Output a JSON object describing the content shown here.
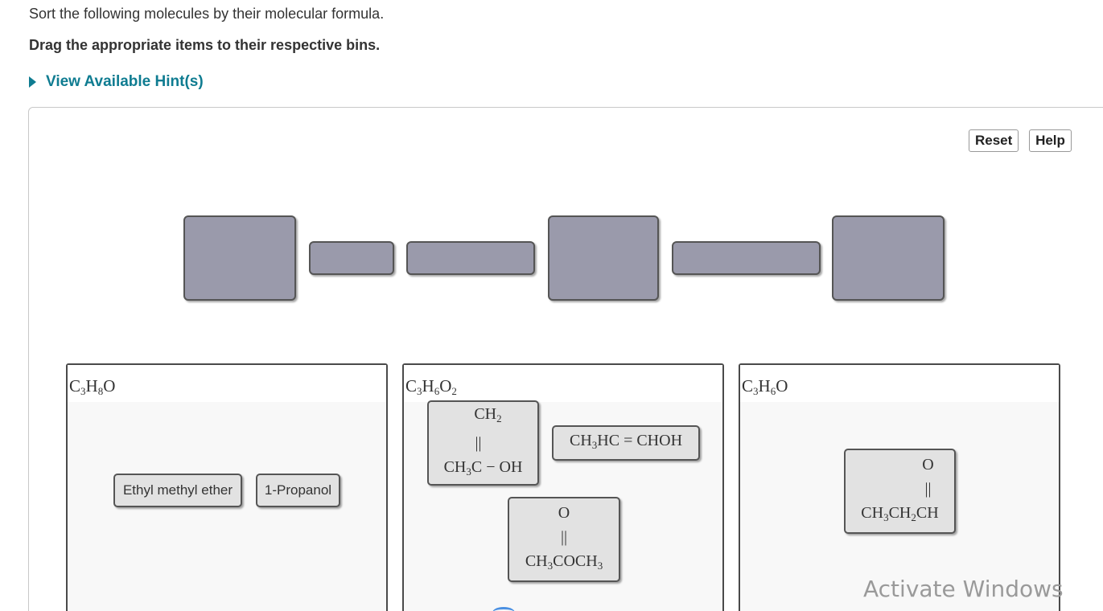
{
  "instructions": {
    "sort_text": "Sort the following molecules by their molecular formula.",
    "drag_text": "Drag the appropriate items to their respective bins.",
    "hint_link": "View Available Hint(s)",
    "hint_icon": "triangle-right-icon"
  },
  "buttons": {
    "reset": "Reset",
    "help": "Help"
  },
  "bins": [
    {
      "label_parts": [
        "C",
        "3",
        "H",
        "8",
        "O"
      ],
      "items": [
        {
          "type": "text",
          "label": "Ethyl methyl ether"
        },
        {
          "type": "text",
          "label": "1-Propanol"
        }
      ]
    },
    {
      "label_parts": [
        "C",
        "3",
        "H",
        "6",
        "O",
        "2"
      ],
      "items": [
        {
          "type": "structure",
          "lines": [
            "CH2",
            "||",
            "CH3C − OH"
          ]
        },
        {
          "type": "formula",
          "label": "CH3HC = CHOH"
        },
        {
          "type": "structure",
          "lines": [
            "O",
            "||",
            "CH3COCH3"
          ]
        }
      ]
    },
    {
      "label_parts": [
        "C",
        "3",
        "H",
        "6",
        "O"
      ],
      "items": [
        {
          "type": "structure",
          "lines": [
            "O",
            "||",
            "CH3CH2CH"
          ]
        }
      ]
    }
  ],
  "target_slots_count": 6,
  "watermark": "Activate Windows",
  "colors": {
    "hint_link": "#0f7c91",
    "slot_fill": "#9a9aab",
    "chip_fill": "#e2e2e2"
  }
}
